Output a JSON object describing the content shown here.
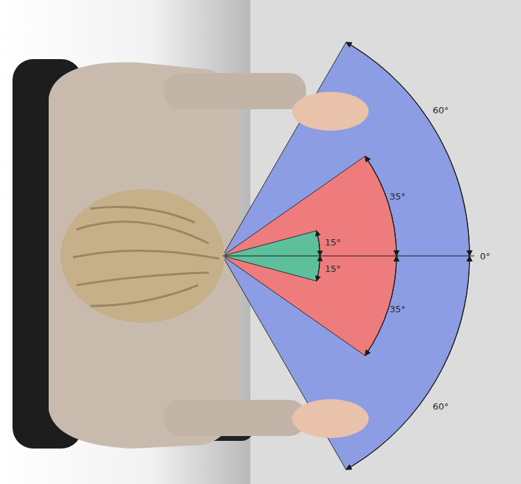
{
  "diagram": {
    "labels": [
      "60°",
      "35°",
      "15°",
      "15°",
      "0°",
      "35°",
      "60°"
    ]
  }
}
